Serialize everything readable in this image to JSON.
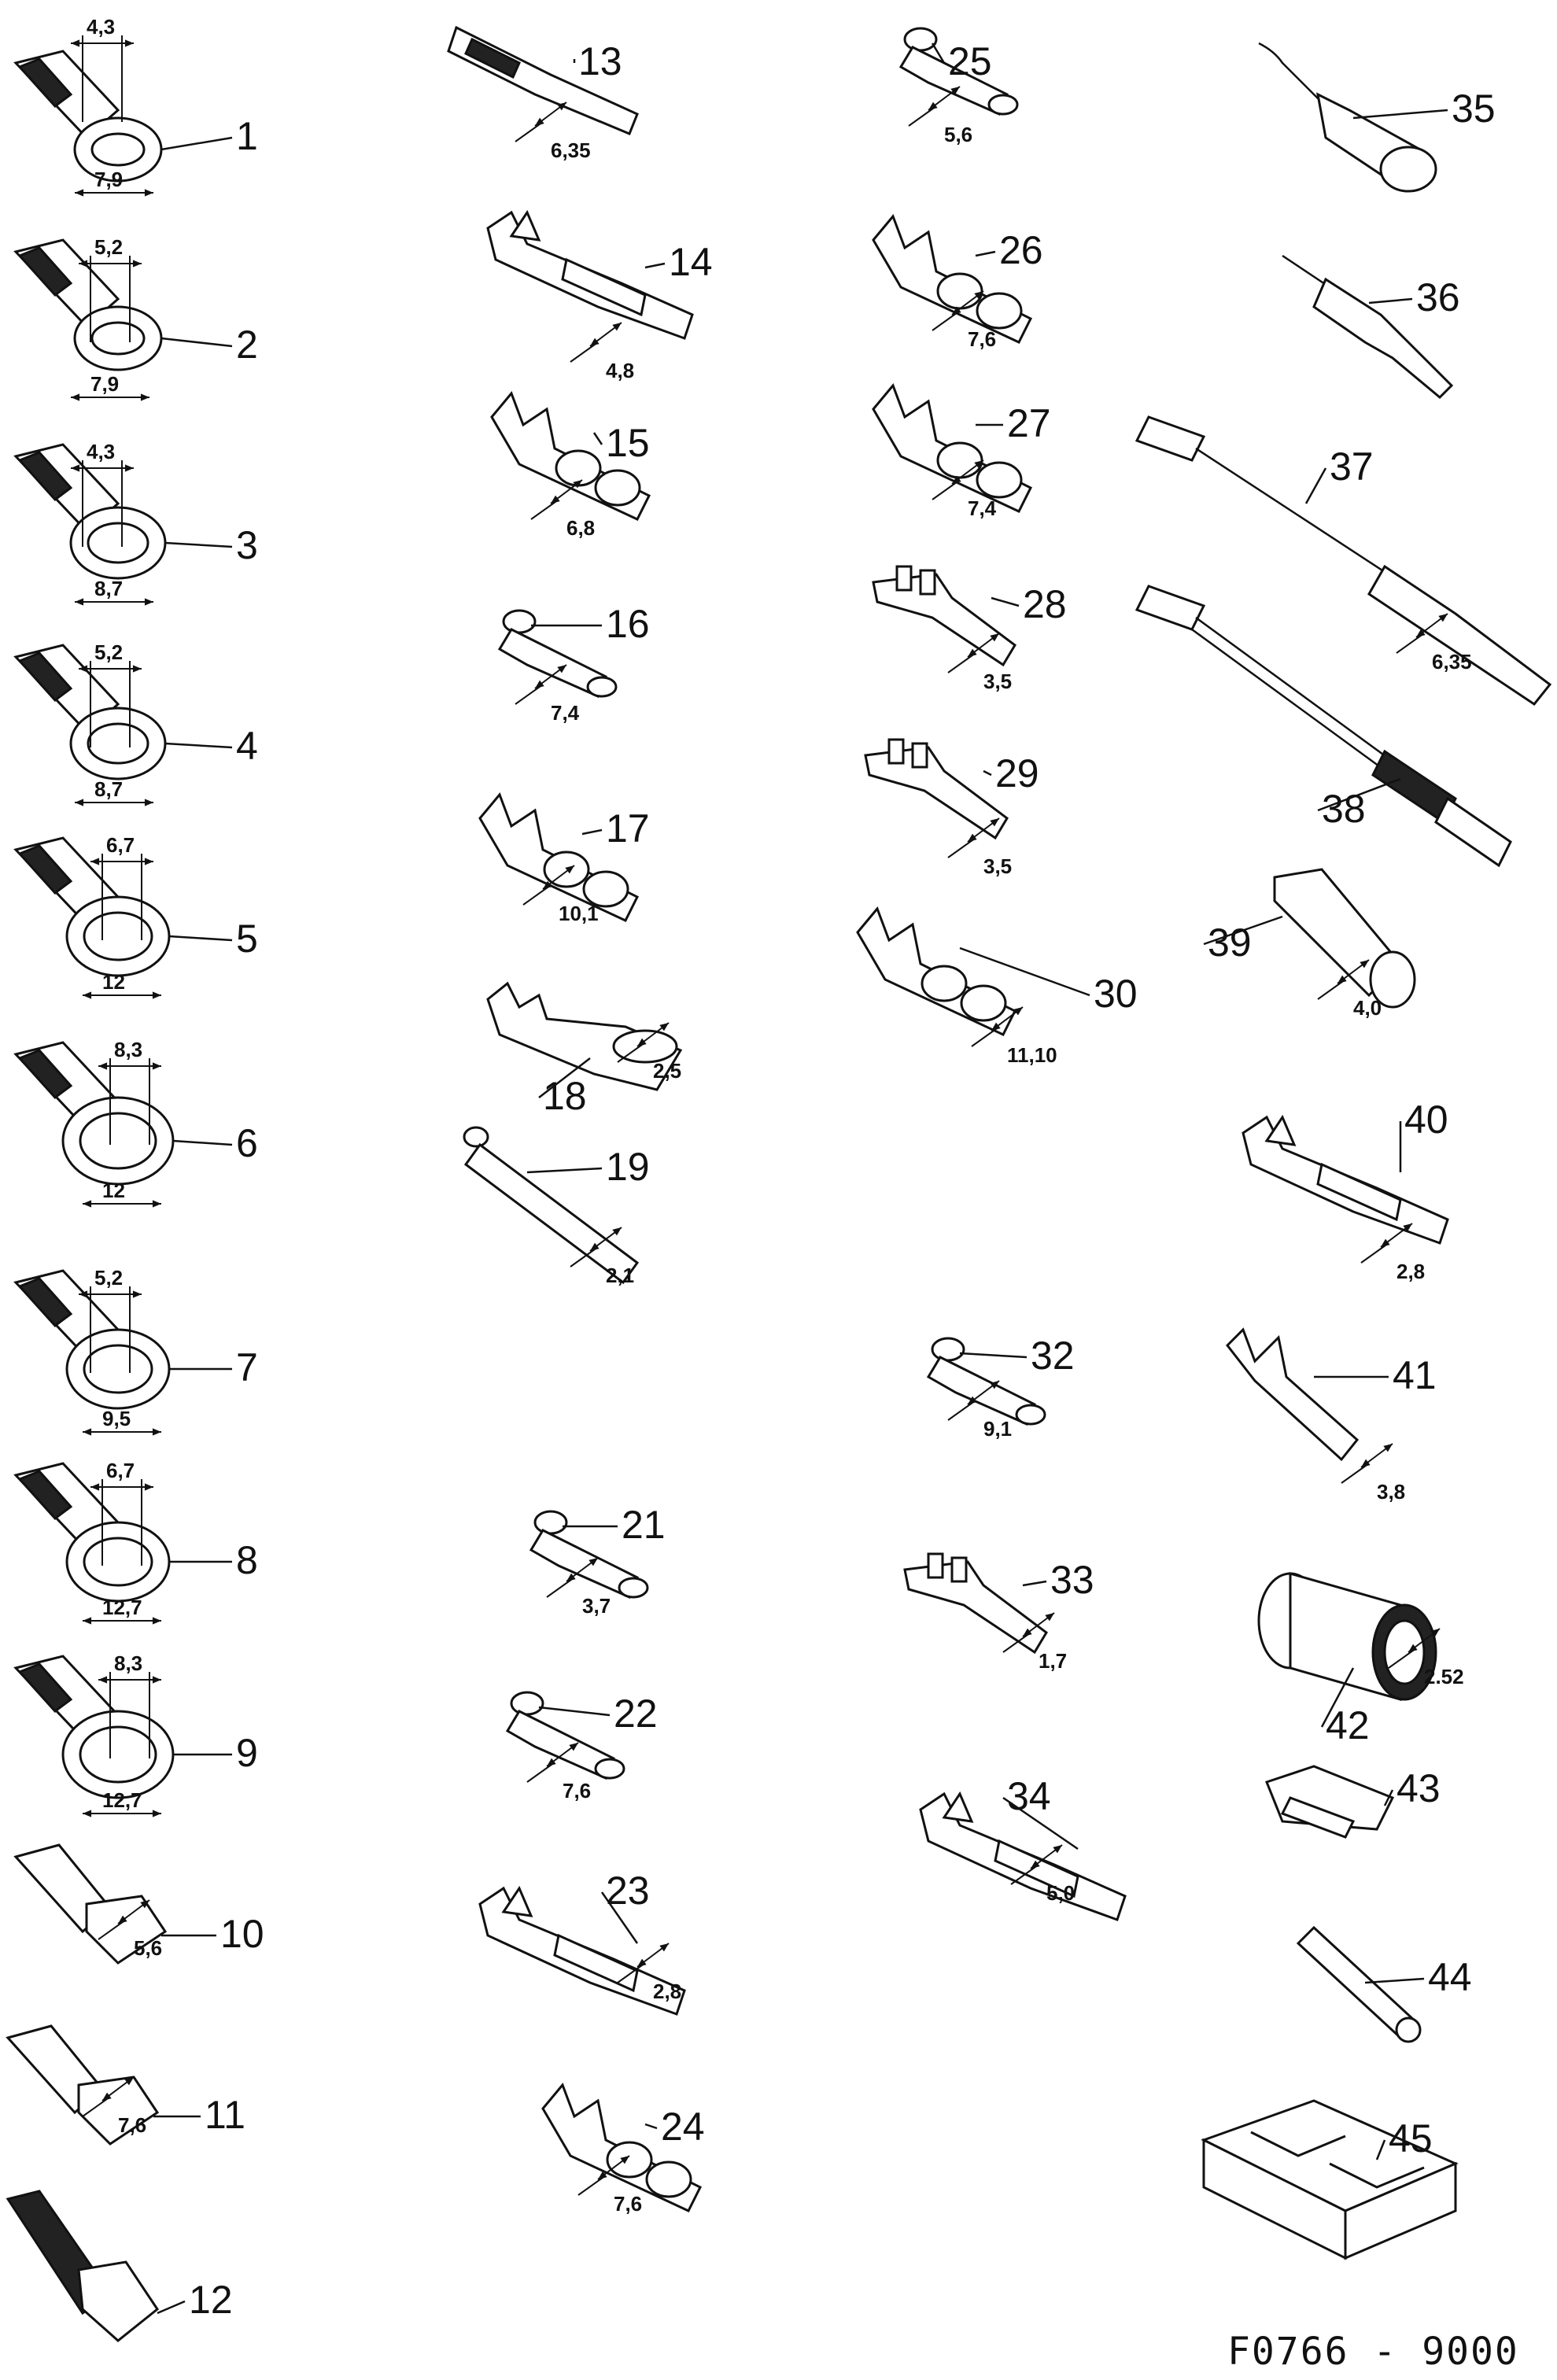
{
  "title": "",
  "drawing_code": "F0766 - 9000",
  "parts": [
    {
      "num": "1",
      "dim": "4,3",
      "dim2": "7,9"
    },
    {
      "num": "2",
      "dim": "5,2",
      "dim2": "7,9"
    },
    {
      "num": "3",
      "dim": "4,3",
      "dim2": "8,7"
    },
    {
      "num": "4",
      "dim": "5,2",
      "dim2": "8,7"
    },
    {
      "num": "5",
      "dim": "6,7",
      "dim2": "12"
    },
    {
      "num": "6",
      "dim": "8,3",
      "dim2": "12"
    },
    {
      "num": "7",
      "dim": "5,2",
      "dim2": "9,5"
    },
    {
      "num": "8",
      "dim": "6,7",
      "dim2": "12,7"
    },
    {
      "num": "9",
      "dim": "8,3",
      "dim2": "12,7"
    },
    {
      "num": "10",
      "dim": "5,6"
    },
    {
      "num": "11",
      "dim": "7,6"
    },
    {
      "num": "12",
      "dim": ""
    },
    {
      "num": "13",
      "dim": "6,35"
    },
    {
      "num": "14",
      "dim": "4,8"
    },
    {
      "num": "15",
      "dim": "6,8"
    },
    {
      "num": "16",
      "dim": "7,4"
    },
    {
      "num": "17",
      "dim": "10,1"
    },
    {
      "num": "18",
      "dim": "2,5"
    },
    {
      "num": "19",
      "dim": "2,1"
    },
    {
      "num": "21",
      "dim": "3,7"
    },
    {
      "num": "22",
      "dim": "7,6"
    },
    {
      "num": "23",
      "dim": "2,8"
    },
    {
      "num": "24",
      "dim": "7,6"
    },
    {
      "num": "25",
      "dim": "5,6"
    },
    {
      "num": "26",
      "dim": "7,6"
    },
    {
      "num": "27",
      "dim": "7,4"
    },
    {
      "num": "28",
      "dim": "3,5"
    },
    {
      "num": "29",
      "dim": "3,5"
    },
    {
      "num": "30",
      "dim": "11,10"
    },
    {
      "num": "32",
      "dim": "9,1"
    },
    {
      "num": "33",
      "dim": "1,7"
    },
    {
      "num": "34",
      "dim": "5,0"
    },
    {
      "num": "35",
      "dim": ""
    },
    {
      "num": "36",
      "dim": ""
    },
    {
      "num": "37",
      "dim": "6,35"
    },
    {
      "num": "38",
      "dim": ""
    },
    {
      "num": "39",
      "dim": "4,0"
    },
    {
      "num": "40",
      "dim": "2,8"
    },
    {
      "num": "41",
      "dim": "3,8"
    },
    {
      "num": "42",
      "dim": "2.52"
    },
    {
      "num": "43",
      "dim": ""
    },
    {
      "num": "44",
      "dim": ""
    },
    {
      "num": "45",
      "dim": ""
    }
  ]
}
